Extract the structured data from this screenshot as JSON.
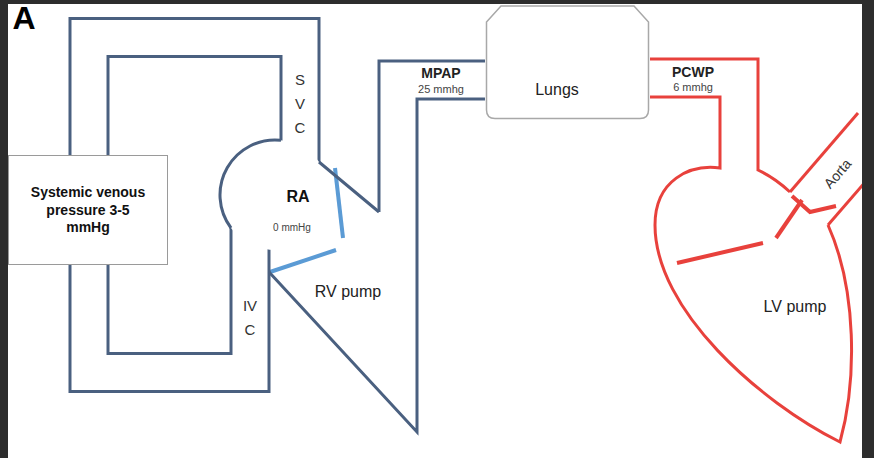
{
  "diagram": {
    "nodes": [
      {
        "text": [
          "Systemic venous pressure 3-5 mmHg"
        ]
      },
      {
        "text": [
          "RA",
          "0 mmHg"
        ]
      },
      {
        "text": [
          "RV pump"
        ]
      },
      {
        "text": [
          "Lungs"
        ]
      },
      {
        "text": [
          "LV pump"
        ]
      }
    ],
    "edges": [
      {
        "from": 0,
        "to": 1,
        "arrow": "none"
      },
      {
        "from": 0,
        "to": 1,
        "arrow": "none"
      },
      {
        "from": 2,
        "to": 3,
        "arrow": "none"
      },
      {
        "from": 3,
        "to": 4,
        "arrow": "none"
      }
    ],
    "labels": [
      "A",
      "SVC",
      "IVC",
      "MPAP",
      "25 mmhg",
      "PCWP",
      "6 mmhg",
      "Aorta"
    ]
  }
}
